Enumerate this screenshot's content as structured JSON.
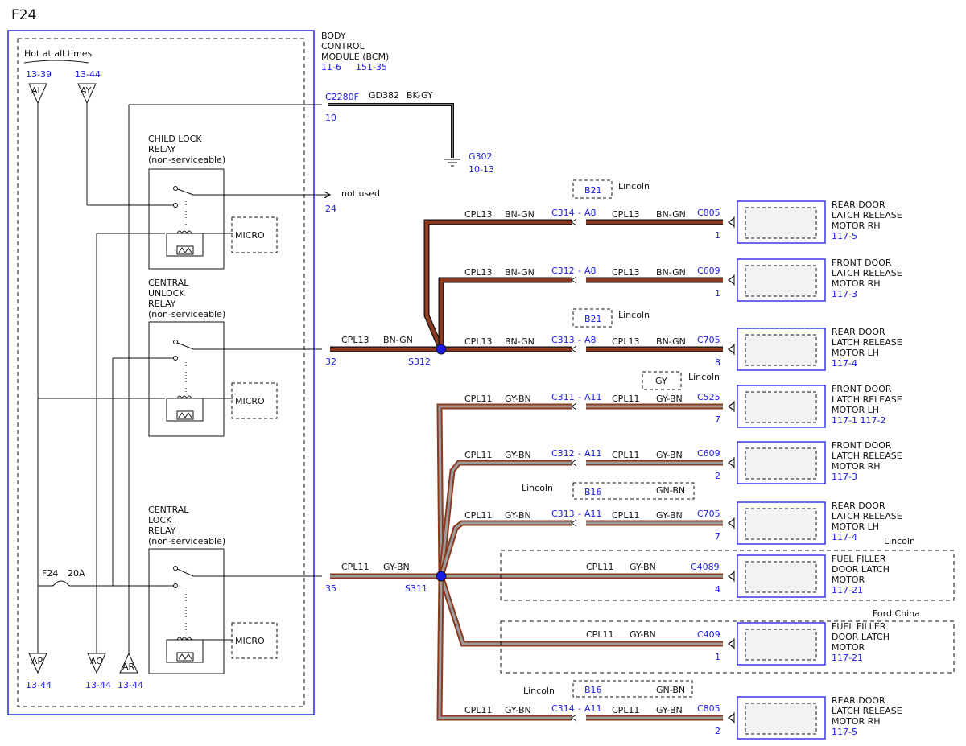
{
  "page_title": "F24",
  "bcm": {
    "lines": [
      "BODY",
      "CONTROL",
      "MODULE (BCM)"
    ],
    "refs": [
      "11-6",
      "151-35"
    ]
  },
  "power": {
    "label": "Hot at all times",
    "inputs": [
      {
        "name": "AL",
        "ref": "13-39"
      },
      {
        "name": "AY",
        "ref": "13-44"
      }
    ],
    "outputs": [
      {
        "name": "AP",
        "ref": "13-44"
      },
      {
        "name": "AQ",
        "ref": "13-44"
      },
      {
        "name": "AR",
        "ref": "13-44"
      }
    ],
    "fuse": {
      "name": "F24",
      "rating": "20A"
    }
  },
  "relays": [
    {
      "lines": [
        "CHILD LOCK",
        "RELAY",
        "(non-serviceable)"
      ],
      "micro": "MICRO"
    },
    {
      "lines": [
        "CENTRAL",
        "UNLOCK",
        "RELAY",
        "(non-serviceable)"
      ],
      "micro": "MICRO"
    },
    {
      "lines": [
        "CENTRAL",
        "LOCK",
        "RELAY",
        "(non-serviceable)"
      ],
      "micro": "MICRO"
    }
  ],
  "ground": {
    "connector": "C2280F",
    "pin": "10",
    "circuit": "GD382",
    "color": "BK-GY",
    "ground_id": "G302",
    "ground_ref": "10-13"
  },
  "not_used": {
    "pin": "24",
    "label": "not used"
  },
  "bcm_pins": [
    {
      "pin": "32",
      "circuit": "CPL13",
      "color": "BN-GN",
      "splice": "S312"
    },
    {
      "pin": "35",
      "circuit": "CPL11",
      "color": "GY-BN",
      "splice": "S311"
    }
  ],
  "branches": [
    {
      "c1": "CPL13",
      "col1": "BN-GN",
      "inline": "C314",
      "pin_a": "A8",
      "c2": "CPL13",
      "col2": "BN-GN",
      "connector": "C805",
      "pin": "1",
      "device": [
        "REAR DOOR",
        "LATCH RELEASE",
        "MOTOR RH"
      ],
      "refs": "117-5"
    },
    {
      "c1": "CPL13",
      "col1": "BN-GN",
      "inline": "C312",
      "pin_a": "A8",
      "c2": "CPL13",
      "col2": "BN-GN",
      "connector": "C609",
      "pin": "1",
      "device": [
        "FRONT DOOR",
        "LATCH RELEASE",
        "MOTOR RH"
      ],
      "refs": "117-3"
    },
    {
      "c1": "CPL13",
      "col1": "BN-GN",
      "inline": "C313",
      "pin_a": "A8",
      "c2": "CPL13",
      "col2": "BN-GN",
      "connector": "C705",
      "pin": "8",
      "device": [
        "REAR DOOR",
        "LATCH RELEASE",
        "MOTOR LH"
      ],
      "refs": "117-4"
    },
    {
      "c1": "CPL11",
      "col1": "GY-BN",
      "inline": "C311",
      "pin_a": "A11",
      "c2": "CPL11",
      "col2": "GY-BN",
      "connector": "C525",
      "pin": "7",
      "device": [
        "FRONT DOOR",
        "LATCH RELEASE",
        "MOTOR LH"
      ],
      "refs": "117-1   117-2"
    },
    {
      "c1": "CPL11",
      "col1": "GY-BN",
      "inline": "C312",
      "pin_a": "A11",
      "c2": "CPL11",
      "col2": "GY-BN",
      "connector": "C609",
      "pin": "2",
      "device": [
        "FRONT DOOR",
        "LATCH RELEASE",
        "MOTOR RH"
      ],
      "refs": "117-3"
    },
    {
      "c1": "CPL11",
      "col1": "GY-BN",
      "inline": "C313",
      "pin_a": "A11",
      "c2": "CPL11",
      "col2": "GY-BN",
      "connector": "C705",
      "pin": "7",
      "device": [
        "REAR DOOR",
        "LATCH RELEASE",
        "MOTOR LH"
      ],
      "refs": "117-4"
    },
    {
      "c1": "",
      "col1": "",
      "inline": "",
      "pin_a": "",
      "c2": "CPL11",
      "col2": "GY-BN",
      "connector": "C4089",
      "pin": "4",
      "device": [
        "FUEL FILLER",
        "DOOR LATCH",
        "MOTOR"
      ],
      "refs": "117-21"
    },
    {
      "c1": "",
      "col1": "",
      "inline": "",
      "pin_a": "",
      "c2": "CPL11",
      "col2": "GY-BN",
      "connector": "C409",
      "pin": "1",
      "device": [
        "FUEL FILLER",
        "DOOR LATCH",
        "MOTOR"
      ],
      "refs": "117-21"
    },
    {
      "c1": "CPL11",
      "col1": "GY-BN",
      "inline": "C314",
      "pin_a": "A11",
      "c2": "CPL11",
      "col2": "GY-BN",
      "connector": "C805",
      "pin": "2",
      "device": [
        "REAR DOOR",
        "LATCH RELEASE",
        "MOTOR RH"
      ],
      "refs": "117-5"
    }
  ],
  "option_notes": [
    {
      "box": "B21",
      "text": "Lincoln"
    },
    {
      "box": "B21",
      "text": "Lincoln"
    },
    {
      "box": "GY",
      "text": "Lincoln"
    },
    {
      "box": "B16",
      "box2": "GN-BN",
      "text": "Lincoln"
    },
    {
      "box": "",
      "text": "Lincoln"
    },
    {
      "box": "",
      "text": "Ford China"
    },
    {
      "box": "B16",
      "box2": "GN-BN",
      "text": "Lincoln"
    }
  ],
  "colors": {
    "blue": "#1a1ae6",
    "brown_wire": "#8b3a1f",
    "gray_wire": "#8c8c8c",
    "gray_stripe": "#c0392b",
    "device_fill": "#f2f2f2"
  }
}
